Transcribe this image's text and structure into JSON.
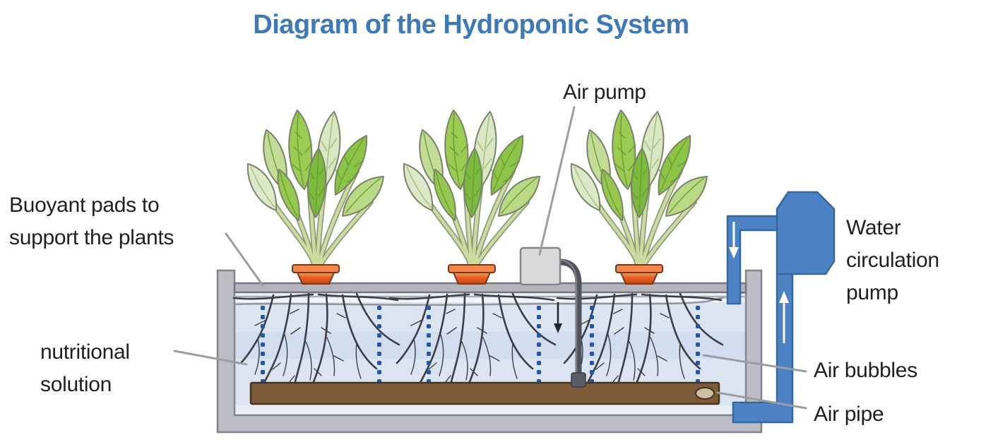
{
  "title": {
    "text": "Diagram of the Hydroponic System"
  },
  "labels": {
    "air_pump": "Air pump",
    "buoyant_pads": "Buoyant pads to\nsupport the plants",
    "nutritional_solution": "nutritional\nsolution",
    "water_circulation_pump": "Water\ncirculation\npump",
    "air_bubbles": "Air bubbles",
    "air_pipe": "Air pipe"
  },
  "diagram": {
    "plants_count": 3,
    "bubble_columns": 6,
    "components": [
      "plants in pots",
      "buoyant pad tray",
      "nutritional solution tank",
      "air pump",
      "air tube",
      "air pipe",
      "air bubbles",
      "water circulation pump",
      "circulation pipes"
    ]
  },
  "colors": {
    "title_blue": "#3c79b8",
    "pump_blue": "#4d82c4",
    "pump_blue_dark": "#35689f",
    "water_blue": "#dbe5f2",
    "tank_gray": "#bcbdc5",
    "tank_gray_dark": "#83848c",
    "tray_gray": "#b3b4bc",
    "pipe_brown": "#7d5a38",
    "pipe_brown_dark": "#46341e",
    "bubble_blue": "#2356a8",
    "pot_orange": "#ee6a2c",
    "leaf_green": "#8cc446",
    "root_dark": "#3c3d45",
    "label_text": "#1f1f1f",
    "leader_gray": "#9b9ca4",
    "airpump_gray": "#d9d9d9",
    "tube_gray": "#50525c"
  }
}
